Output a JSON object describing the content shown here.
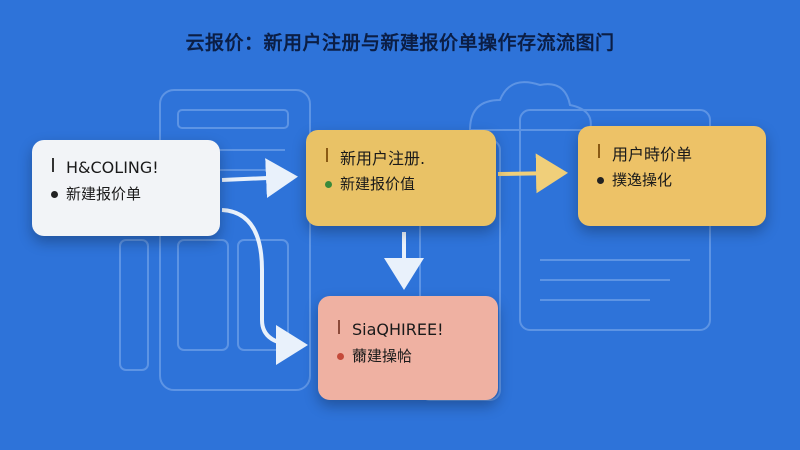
{
  "title": "云报价：新用户注册与新建报价单操作存流流图门",
  "nodes": [
    {
      "heading": "H&COLING!",
      "item": "新建报价单",
      "bg": "#f2f4f7",
      "bar": "#333333",
      "dot": "#222222"
    },
    {
      "heading": "新用户注册.",
      "item": "新建报价值",
      "bg": "#e9c266",
      "bar": "#8a5a14",
      "dot": "#3a8a3a"
    },
    {
      "heading": "用户時价单",
      "item": "撲逸操化",
      "bg": "#edc267",
      "bar": "#8a5a14",
      "dot": "#222222"
    },
    {
      "heading": "SiaQHIREE!",
      "item": "薾建操帢",
      "bg": "#efb1a2",
      "bar": "#8c4a3a",
      "dot": "#c44a3a"
    }
  ],
  "colors": {
    "background": "#2e73d9",
    "title": "#0b1e45",
    "arrow": "#e9f1fb",
    "sketch": "#6d9fe8"
  }
}
